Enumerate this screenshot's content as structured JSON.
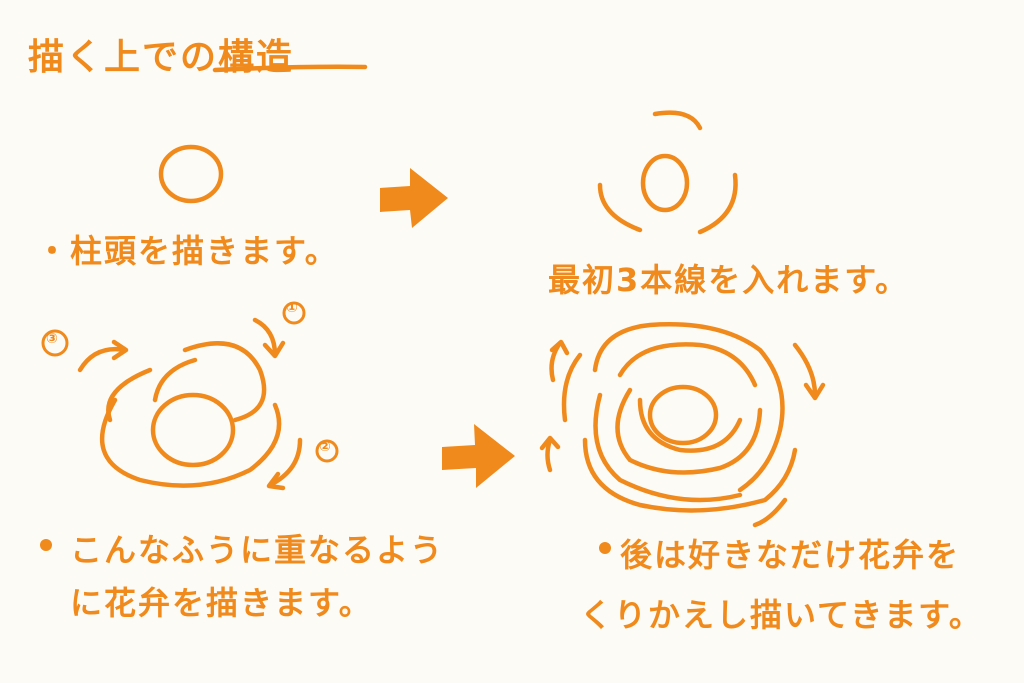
{
  "title": "描く上での構造",
  "ink_color": "#f08a1c",
  "background_color": "#fdfbf6",
  "steps": {
    "stigma_text": "・柱頭を描きます。",
    "first_lines_text": "最初3本線を入れます。",
    "petals_text_line1": "こんなふうに重なるよう",
    "petals_text_line2": "に花弁を描きます。",
    "repeat_text_line1": "後は好きなだけ花弁を",
    "repeat_text_line2": "くりかえし描いてきます。"
  },
  "stroke_order_labels": [
    "①",
    "②",
    "③"
  ],
  "icons": [
    "arrow-right-icon",
    "arrow-right-icon"
  ]
}
